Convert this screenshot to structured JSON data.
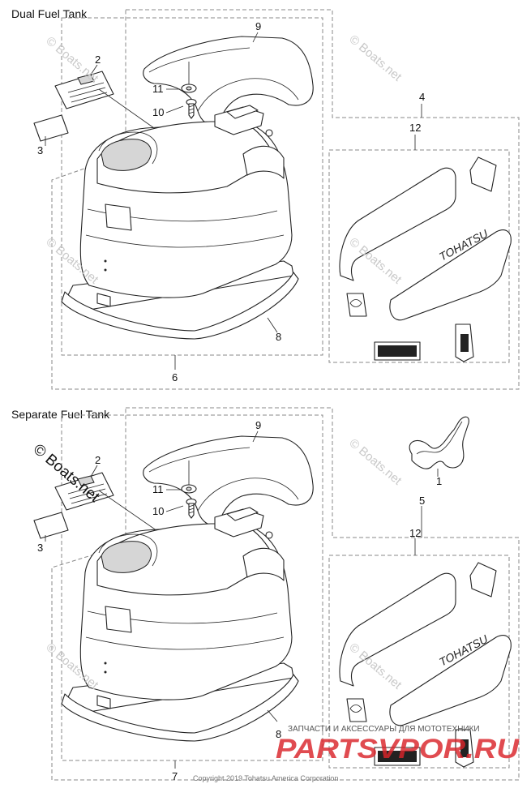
{
  "sections": [
    {
      "title": "Dual Fuel Tank",
      "labels": [
        "9",
        "2",
        "11",
        "10",
        "4",
        "12",
        "3",
        "8",
        "6"
      ]
    },
    {
      "title": "Separate Fuel Tank",
      "labels": [
        "9",
        "2",
        "11",
        "10",
        "1",
        "5",
        "12",
        "3",
        "8",
        "7"
      ]
    }
  ],
  "decal_brand": "TOHATSU",
  "simple_badge": "simple",
  "watermarks": {
    "small": "© Boats.net",
    "large": "© Boats.net",
    "site_tagline": "ЗАПЧАСТИ И АКСЕССУАРЫ ДЛЯ МОТОТЕХНИКИ",
    "site_name": "PARTSVPOR.RU"
  },
  "copyright": "Copyright 2019 Tohatsu America Corporation",
  "colors": {
    "line": "#222222",
    "dashed_box": "#888888",
    "watermark": "#c9c9c9",
    "site_red": "#d9232a"
  }
}
